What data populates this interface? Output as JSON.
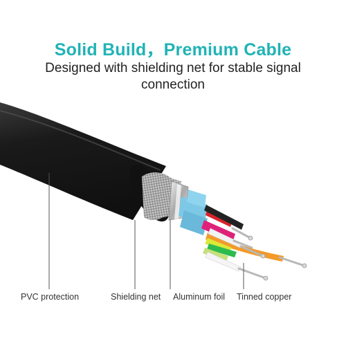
{
  "header": {
    "title": "Solid Build，Premium Cable",
    "subtitle": "Designed with shielding net for stable signal connection"
  },
  "labels": {
    "pvc": "PVC protection",
    "shield": "Shielding net",
    "foil": "Aluminum foil",
    "copper": "Tinned copper"
  },
  "colors": {
    "title": "#21b3b6",
    "jacket": "#1e1e1e",
    "foil_blue": "#7cc8e6",
    "wire_magenta": "#e0217a",
    "wire_orange": "#f39a2a",
    "wire_green": "#2dbb4e",
    "wire_yellow": "#dde83a",
    "leader_line": "#555555"
  }
}
